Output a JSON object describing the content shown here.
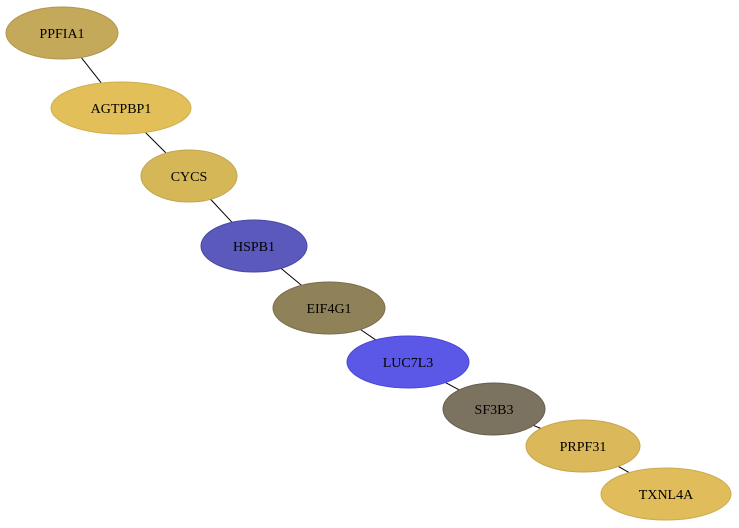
{
  "graph": {
    "nodes": [
      {
        "id": "ppfia1",
        "label": "PPFIA1",
        "fill": "#c4a95a",
        "stroke": "#b0974f"
      },
      {
        "id": "agtpbp1",
        "label": "AGTPBP1",
        "fill": "#e2bf58",
        "stroke": "#cfae4f"
      },
      {
        "id": "cycs",
        "label": "CYCS",
        "fill": "#d6b758",
        "stroke": "#c2a54f"
      },
      {
        "id": "hspb1",
        "label": "HSPB1",
        "fill": "#5b59bc",
        "stroke": "#4a48a8"
      },
      {
        "id": "eif4g1",
        "label": "EIF4G1",
        "fill": "#8f8158",
        "stroke": "#7b6e4a"
      },
      {
        "id": "luc7l3",
        "label": "LUC7L3",
        "fill": "#5b58e8",
        "stroke": "#4b48d2"
      },
      {
        "id": "sf3b3",
        "label": "SF3B3",
        "fill": "#7c7260",
        "stroke": "#665d4e"
      },
      {
        "id": "prpf31",
        "label": "PRPF31",
        "fill": "#dbb85a",
        "stroke": "#c6a54f"
      },
      {
        "id": "txnl4a",
        "label": "TXNL4A",
        "fill": "#e0bd5a",
        "stroke": "#cbab50"
      }
    ],
    "edges": [
      [
        "ppfia1",
        "agtpbp1"
      ],
      [
        "agtpbp1",
        "cycs"
      ],
      [
        "cycs",
        "hspb1"
      ],
      [
        "hspb1",
        "eif4g1"
      ],
      [
        "eif4g1",
        "luc7l3"
      ],
      [
        "luc7l3",
        "sf3b3"
      ],
      [
        "sf3b3",
        "prpf31"
      ],
      [
        "prpf31",
        "txnl4a"
      ]
    ]
  }
}
